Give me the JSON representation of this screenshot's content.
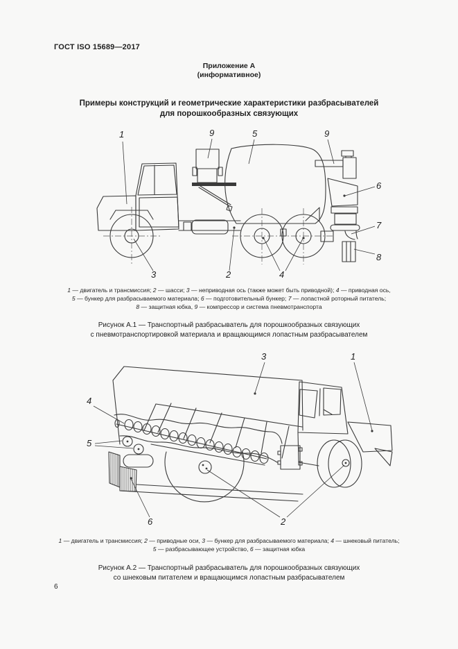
{
  "page": {
    "doc_code": "ГОСТ ISO 15689—2017",
    "annex_heading": "Приложение А",
    "annex_subheading": "(информативное)",
    "section_title_line1": "Примеры конструкций и геометрические характеристики разбрасывателей",
    "section_title_line2": "для порошкообразных связующих",
    "page_number": "6"
  },
  "figure_a1": {
    "callouts": [
      "1",
      "9",
      "5",
      "9",
      "6",
      "7",
      "8",
      "3",
      "2",
      "4"
    ],
    "legend_lines": [
      "1 — двигатель и трансмиссия; 2 — шасси; 3 — неприводная ось (также может быть приводной); 4 — приводная ось,",
      "5 — бункер для разбрасываемого материала; 6 — подготовительный бункер; 7 — лопастной роторный питатель;",
      "8 — защитная юбка, 9 — компрессор и система пневмотранспорта"
    ],
    "caption_line1": "Рисунок А.1 — Транспортный разбрасыватель для порошкообразных связующих",
    "caption_line2": "с пневмотранспортировкой материала и вращающимся лопастным разбрасывателем"
  },
  "figure_a2": {
    "callouts": [
      "3",
      "1",
      "4",
      "5",
      "6",
      "2"
    ],
    "legend_lines": [
      "1 — двигатель и трансмиссия; 2 — приводные оси, 3 — бункер для разбрасываемого материала; 4 — шнековый питатель;",
      "5 — разбрасывающее устройство, 6 — защитная юбка"
    ],
    "caption_line1": "Рисунок А.2 — Транспортный разбрасыватель для порошкообразных связующих",
    "caption_line2": "со шнековым питателем и вращающимся лопастным разбрасывателем"
  },
  "colors": {
    "page_bg": "#f8f8f7",
    "ink": "#1f1f1f",
    "line": "#3a3a3a"
  }
}
